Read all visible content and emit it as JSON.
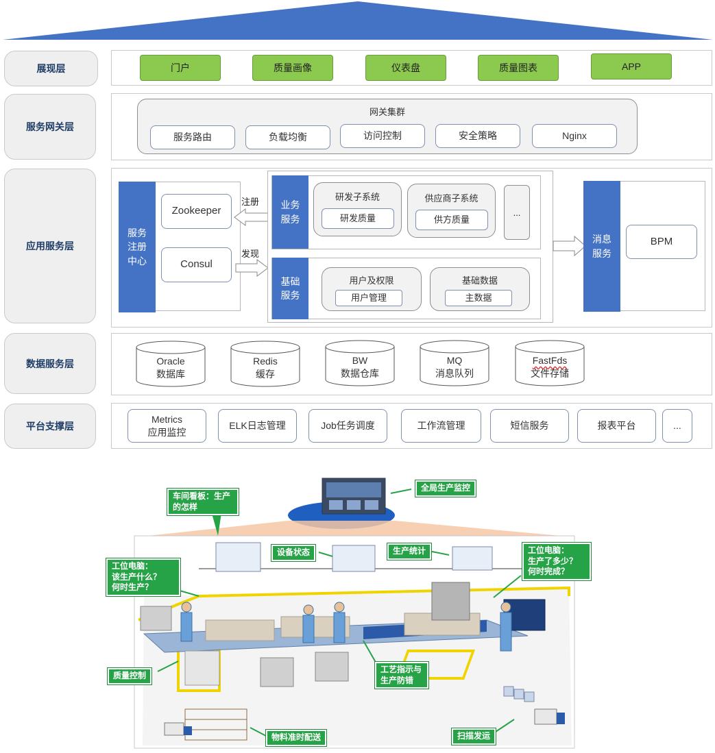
{
  "layers": {
    "presentation": {
      "label": "展现层",
      "items": [
        "门户",
        "质量画像",
        "仪表盘",
        "质量图表",
        "APP"
      ]
    },
    "gateway": {
      "label": "服务网关层",
      "cluster_title": "网关集群",
      "items": [
        "服务路由",
        "负载均衡",
        "访问控制",
        "安全策略",
        "Nginx"
      ]
    },
    "application": {
      "label": "应用服务层",
      "registry": {
        "title": "服务注册中心",
        "items": [
          "Zookeeper",
          "Consul"
        ]
      },
      "register_label": "注册",
      "discover_label": "发现",
      "business": {
        "title": "业务服务",
        "subsystems": [
          {
            "title": "研发子系统",
            "item": "研发质量"
          },
          {
            "title": "供应商子系统",
            "item": "供方质量"
          }
        ],
        "more": "..."
      },
      "foundation": {
        "title": "基础服务",
        "groups": [
          {
            "title": "用户及权限",
            "item": "用户管理"
          },
          {
            "title": "基础数据",
            "item": "主数据"
          }
        ]
      },
      "message": {
        "title": "消息服务",
        "item": "BPM"
      }
    },
    "data": {
      "label": "数据服务层",
      "stores": [
        {
          "name": "Oracle",
          "desc": "数据库"
        },
        {
          "name": "Redis",
          "desc": "缓存"
        },
        {
          "name": "BW",
          "desc": "数据仓库"
        },
        {
          "name": "MQ",
          "desc": "消息队列"
        },
        {
          "name": "FastFds",
          "desc": "文件存储"
        }
      ]
    },
    "platform": {
      "label": "平台支撑层",
      "items": [
        {
          "name": "Metrics",
          "desc": "应用监控"
        },
        {
          "name": "ELK日志管理",
          "desc": ""
        },
        {
          "name": "Job任务调度",
          "desc": ""
        },
        {
          "name": "工作流管理",
          "desc": ""
        },
        {
          "name": "短信服务",
          "desc": ""
        },
        {
          "name": "报表平台",
          "desc": ""
        },
        {
          "name": "...",
          "desc": ""
        }
      ]
    }
  },
  "factory": {
    "callouts": {
      "global_monitor": "全局生产监控",
      "workshop_board_1": "车间看板：生产",
      "workshop_board_2": "的怎样",
      "equipment_status": "设备状态",
      "production_stats": "生产统计",
      "station_pc_left_1": "工位电脑：",
      "station_pc_left_2": "该生产什么？",
      "station_pc_left_3": "何时生产？",
      "station_pc_right_1": "工位电脑：",
      "station_pc_right_2": "生产了多少？",
      "station_pc_right_3": "何时完成？",
      "quality_control": "质量控制",
      "process_guide_1": "工艺指示与",
      "process_guide_2": "生产防错",
      "material_delivery": "物料准时配送",
      "scan_shipping": "扫描发运"
    }
  },
  "colors": {
    "accent_blue": "#4472c4",
    "green": "#8cc94f",
    "label_text": "#1f3d66"
  }
}
